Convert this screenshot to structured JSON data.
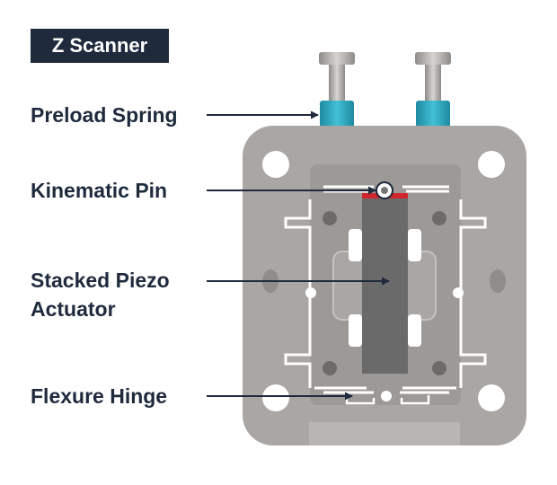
{
  "title": "Z Scanner",
  "labels": {
    "preload_spring": "Preload Spring",
    "kinematic_pin": "Kinematic Pin",
    "piezo_line1": "Stacked Piezo",
    "piezo_line2": "Actuator",
    "flexure_hinge": "Flexure Hinge"
  },
  "colors": {
    "title_bg": "#1f2a3d",
    "label_text": "#1f2a3d",
    "body_gray": "#a9a6a3",
    "piezo_gray": "#6a6a6a",
    "spring_teal": "#2fa6bd",
    "pin_red": "#d0252c",
    "slot_white": "#ffffff"
  }
}
